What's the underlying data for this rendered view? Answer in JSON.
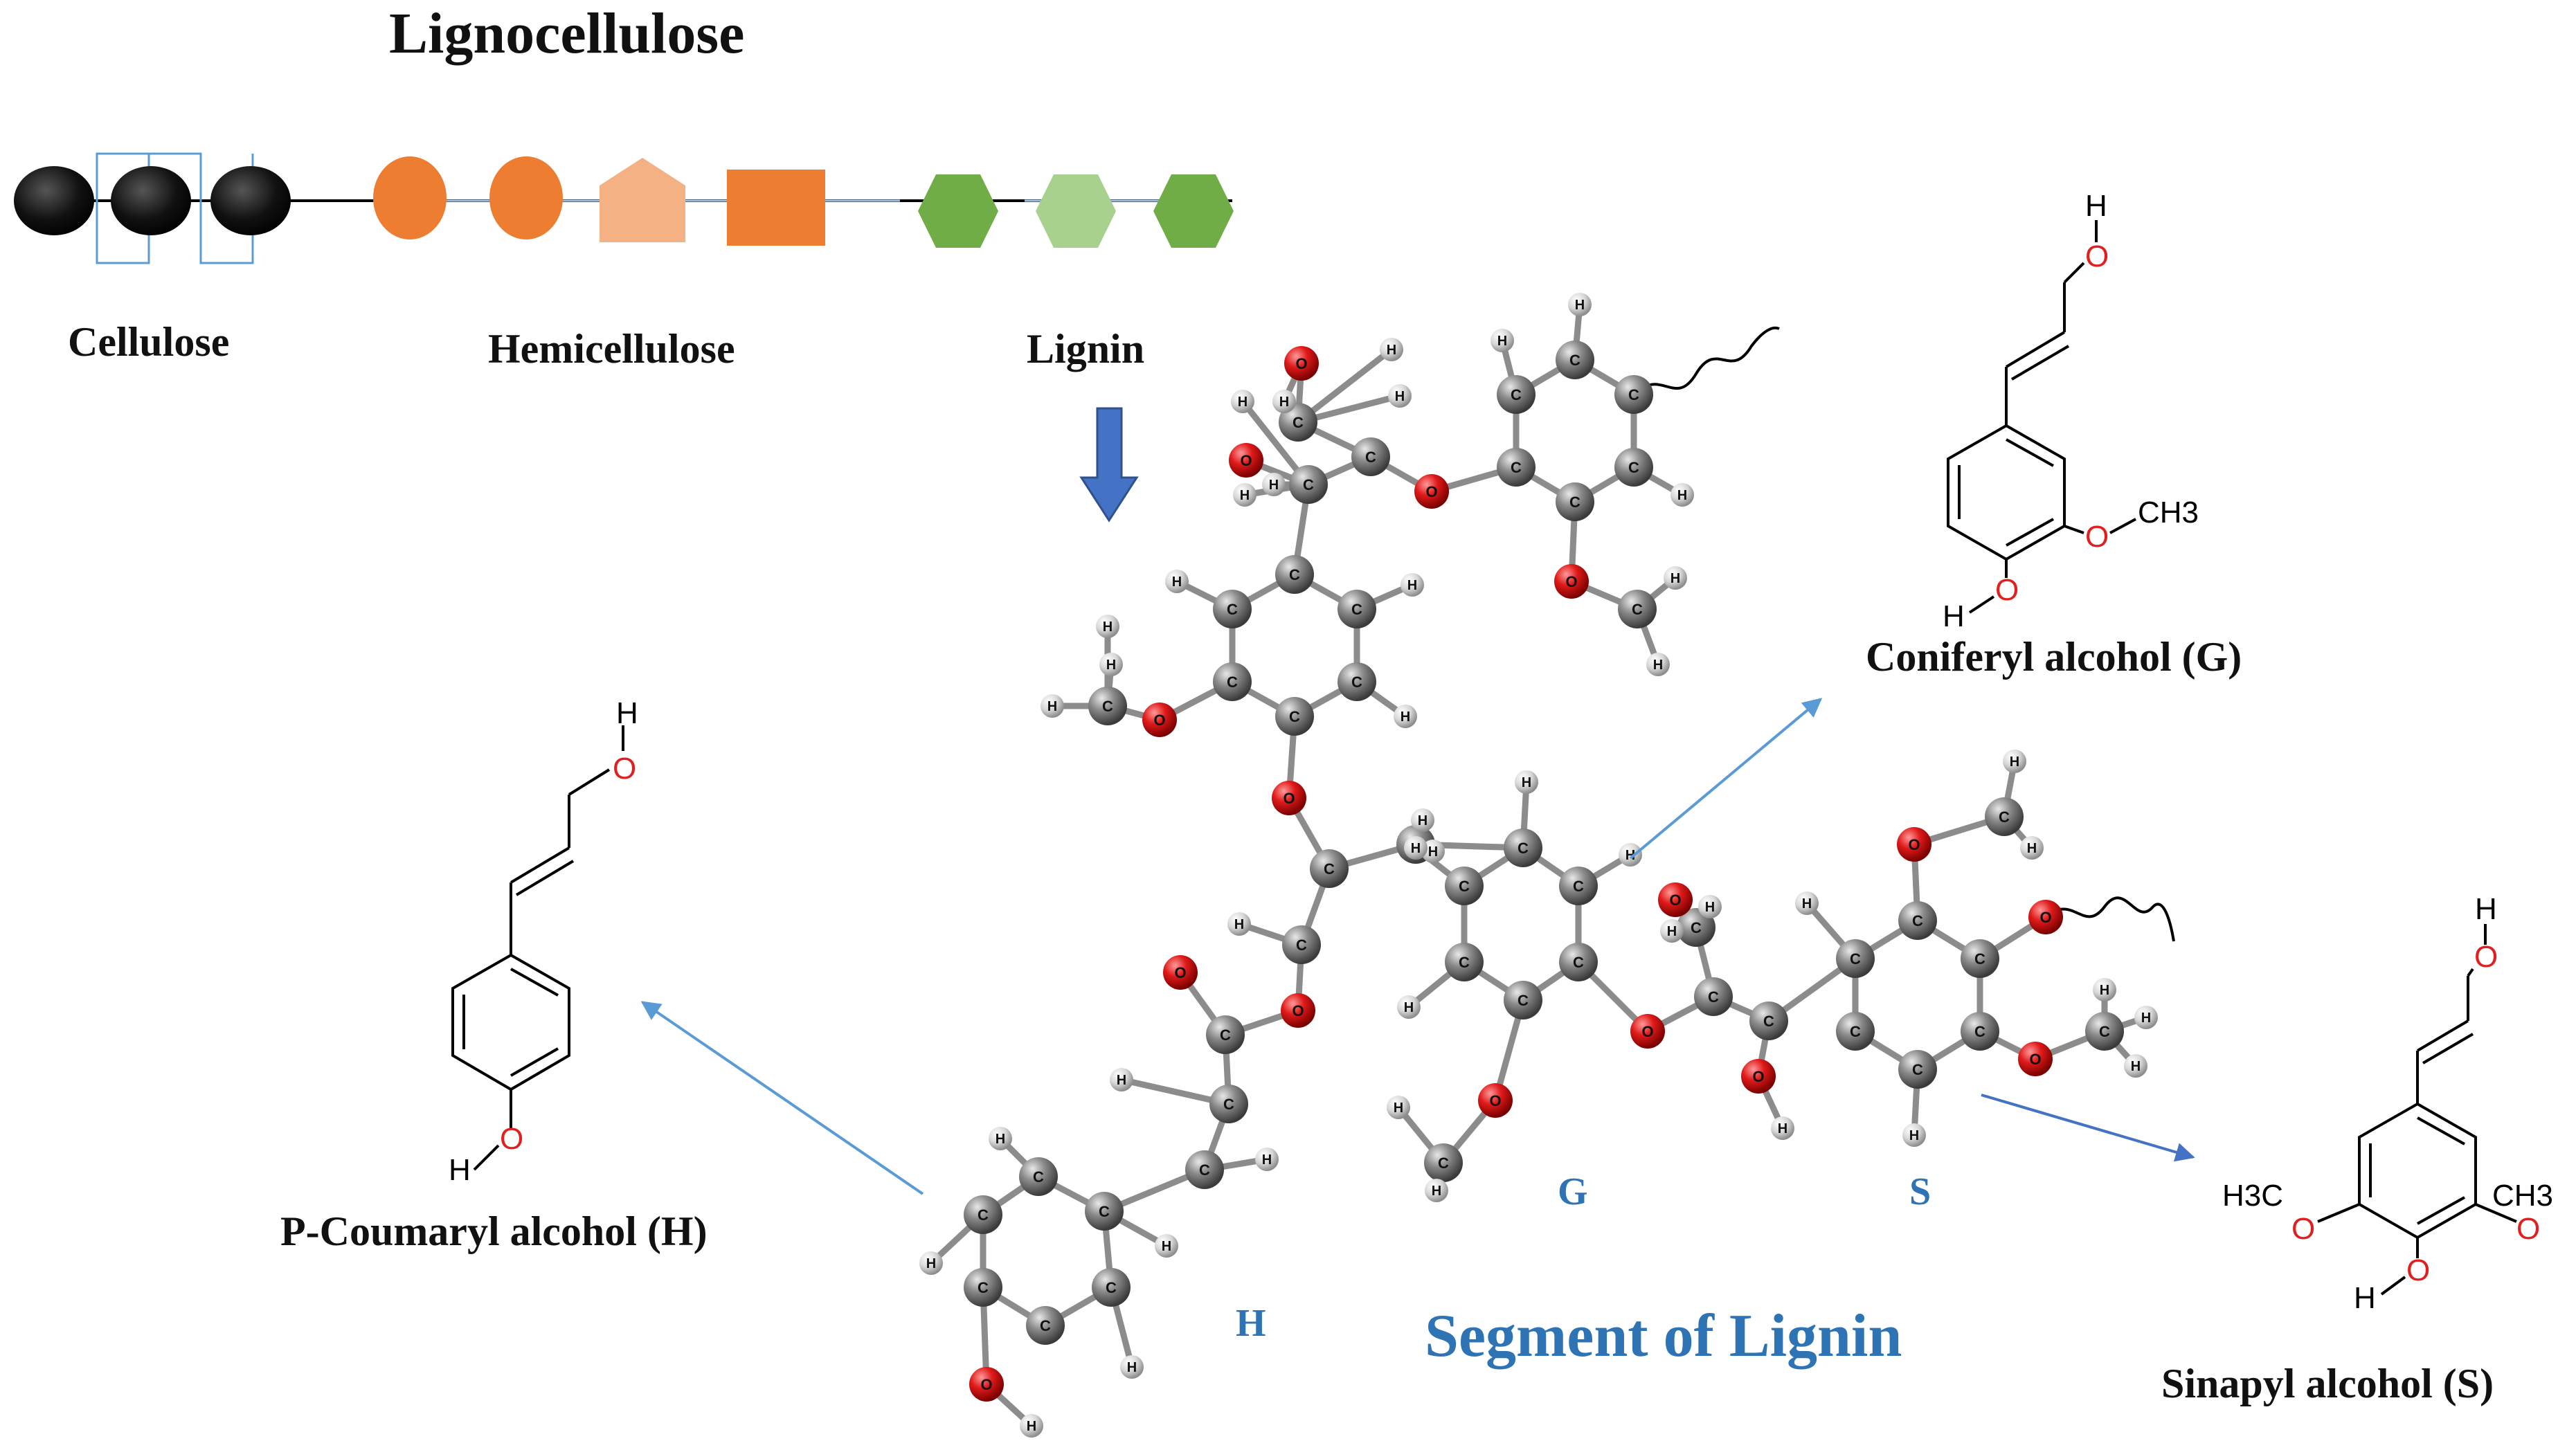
{
  "title": "Lignocellulose",
  "labels": {
    "cellulose": "Cellulose",
    "hemicellulose": "Hemicellulose",
    "lignin": "Lignin",
    "segment": "Segment of Lignin",
    "unit_h": "H",
    "unit_g": "G",
    "unit_s": "S"
  },
  "monomers": {
    "coumaryl": "P-Coumaryl alcohol (H)",
    "coniferyl": "Coniferyl alcohol (G)",
    "sinapyl": "Sinapyl alcohol (S)"
  },
  "formula": {
    "H": "H",
    "O": "O",
    "C": "C",
    "CH3": "CH3",
    "H3C": "H3C"
  },
  "colors": {
    "cellulose": "#000000",
    "hemicellulose_orange": "#ed7d31",
    "hemicellulose_light": "#f4b183",
    "lignin_green": "#70ad47",
    "lignin_light": "#a9d18e",
    "arrow_blue": "#4472c4",
    "pointer_blue": "#5b9bd5",
    "label_blue": "#2e74b5",
    "oxygen_red": "#e02020",
    "carbon_grey": "#7f7f7f",
    "hydrogen_grey": "#d0d0d0"
  }
}
